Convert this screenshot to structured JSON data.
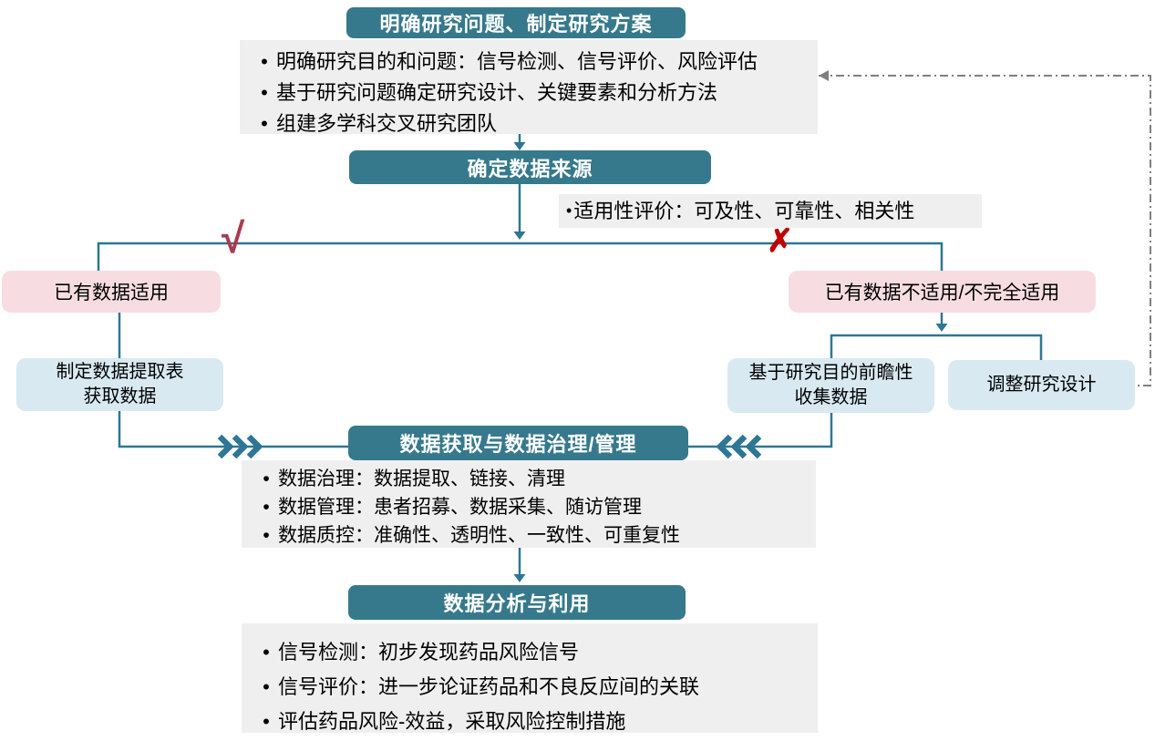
{
  "ui": {
    "bullet": "•"
  },
  "colors": {
    "teal_box": "#36798C",
    "gray_box": "#F0EFEF",
    "pink_box": "#F7DDE2",
    "blue_box": "#D8E9F2",
    "connector_line": "#2E7695",
    "check_mark": "#A93B4F",
    "cross_mark": "#C00000",
    "dashed_feedback_line": "#808080",
    "header_text": "#FFFFFF",
    "body_text": "#000000"
  },
  "flow": {
    "step1": {
      "title": "明确研究问题、制定研究方案",
      "bullets": [
        "明确研究目的和问题：信号检测、信号评价、风险评估",
        "基于研究问题确定研究设计、关键要素和分析方法",
        "组建多学科交叉研究团队"
      ]
    },
    "step2": {
      "title": "确定数据来源",
      "note": "适用性评价：可及性、可靠性、相关性"
    },
    "branch": {
      "yes_mark": "√",
      "no_mark": "✗",
      "yes_label": "已有数据适用",
      "no_label": "已有数据不适用/不完全适用"
    },
    "yes_path": {
      "action_lines": [
        "制定数据提取表",
        "获取数据"
      ]
    },
    "no_path": {
      "collect_lines": [
        "基于研究目的前瞻性",
        "收集数据"
      ],
      "adjust_label": "调整研究设计"
    },
    "step3": {
      "title": "数据获取与数据治理/管理",
      "bullets": [
        "数据治理：数据提取、链接、清理",
        "数据管理：患者招募、数据采集、随访管理",
        "数据质控：准确性、透明性、一致性、可重复性"
      ]
    },
    "step4": {
      "title": "数据分析与利用",
      "bullets": [
        "信号检测：初步发现药品风险信号",
        "信号评价：进一步论证药品和不良反应间的关联",
        "评估药品风险-效益，采取风险控制措施"
      ]
    }
  }
}
